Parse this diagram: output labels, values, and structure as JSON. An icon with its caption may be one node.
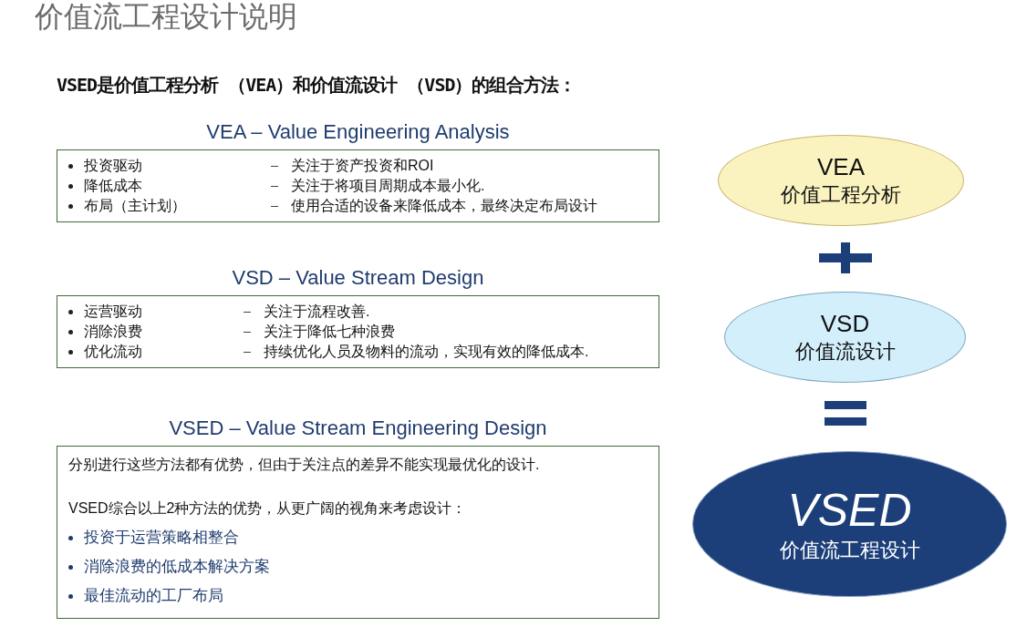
{
  "diagram": {
    "title": "价值流工程设计说明",
    "nodes": [
      {
        "text": [
          "VEA – Value Engineering Analysis",
          "投资驱动",
          "关注于资产投资和ROI",
          "降低成本",
          "关注于将项目周期成本最小化.",
          "布局（主计划）",
          "使用合适的设备来降低成本，最终决定布局设计"
        ]
      },
      {
        "text": [
          "VSD – Value Stream Design",
          "运营驱动",
          "关注于流程改善.",
          "消除浪费",
          "关注于降低七种浪费",
          "优化流动",
          "持续优化人员及物料的流动，实现有效的降低成本."
        ]
      },
      {
        "text": [
          "VSED – Value Stream Engineering Design",
          "分别进行这些方法都有优势，但由于关注点的差异不能实现最优化的设计.",
          "VSED综合以上2种方法的优势，从更广阔的视角来考虑设计：",
          "投资于运营策略相整合",
          "消除浪费的低成本解决方案",
          "最佳流动的工厂布局"
        ]
      },
      {
        "text": [
          "VEA",
          "价值工程分析"
        ]
      },
      {
        "text": [
          "VSD",
          "价值流设计"
        ]
      },
      {
        "text": [
          "VSED",
          "价值流工程设计"
        ]
      }
    ],
    "labels": [
      "VSED是价值工程分析 （VEA）和价值流设计 （VSD）的组合方法："
    ]
  }
}
